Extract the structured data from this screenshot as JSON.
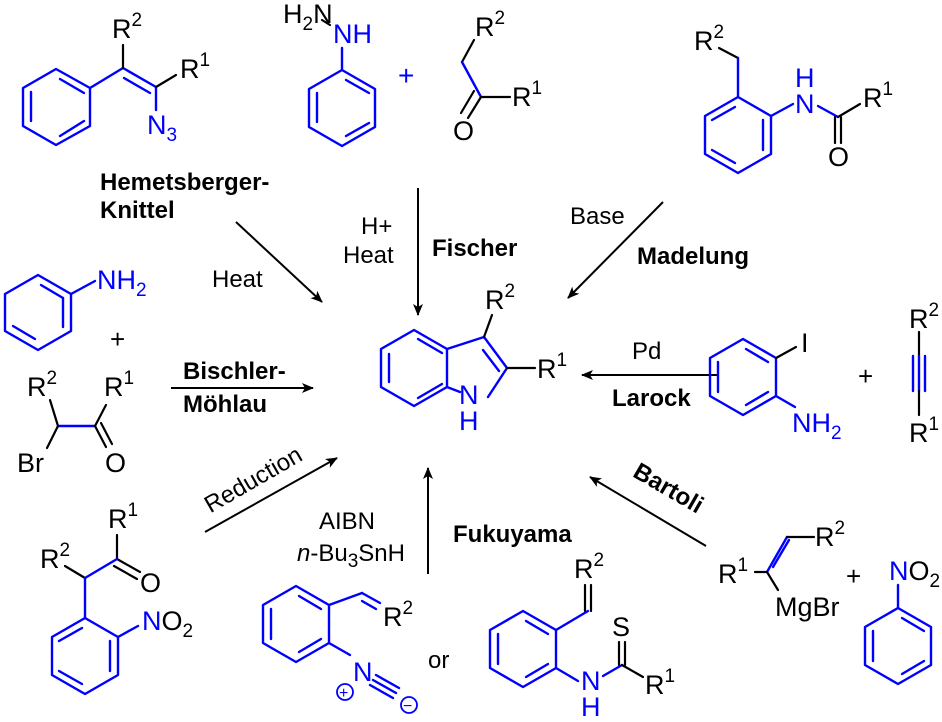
{
  "title": "Named indole syntheses",
  "colors": {
    "highlight": "#0000ff",
    "text": "#000000",
    "background": "#ffffff"
  },
  "product": {
    "name": "2,3-disubstituted indole",
    "labels": {
      "r1": "R",
      "r1_sup": "1",
      "r2": "R",
      "r2_sup": "2",
      "n": "N",
      "h": "H"
    }
  },
  "reactions": {
    "hemetsberger": {
      "name_line1": "Hemetsberger-",
      "name_line2": "Knittel",
      "conditions": "Heat",
      "reactant": {
        "r1": "R",
        "r1_sup": "1",
        "r2": "R",
        "r2_sup": "2",
        "azide": "N",
        "azide_sub": "3"
      }
    },
    "fischer": {
      "name": "Fischer",
      "conditions_line1": "H+",
      "conditions_line2": "Heat",
      "plus": "+",
      "hydrazine": {
        "h2n": "H",
        "h2n_sub": "2",
        "n": "N",
        "nh": "NH"
      },
      "ketone": {
        "r1": "R",
        "r1_sup": "1",
        "r2": "R",
        "r2_sup": "2",
        "o": "O"
      }
    },
    "madelung": {
      "name": "Madelung",
      "conditions": "Base",
      "reactant": {
        "r1": "R",
        "r1_sup": "1",
        "r2": "R",
        "r2_sup": "2",
        "n": "N",
        "h": "H",
        "o": "O"
      }
    },
    "bischler": {
      "name_line1": "Bischler-",
      "name_line2": "Möhlau",
      "plus": "+",
      "aniline": {
        "nh": "NH",
        "nh_sub": "2"
      },
      "bromoketone": {
        "r1": "R",
        "r1_sup": "1",
        "r2": "R",
        "r2_sup": "2",
        "br": "Br",
        "o": "O"
      }
    },
    "larock": {
      "name": "Larock",
      "conditions": "Pd",
      "plus": "+",
      "iodoaniline": {
        "i": "I",
        "nh": "NH",
        "nh_sub": "2"
      },
      "alkyne": {
        "r1": "R",
        "r1_sup": "1",
        "r2": "R",
        "r2_sup": "2"
      }
    },
    "reduction": {
      "conditions": "Reduction",
      "reactant": {
        "r1": "R",
        "r1_sup": "1",
        "r2": "R",
        "r2_sup": "2",
        "o": "O",
        "no": "NO",
        "no_sub": "2"
      }
    },
    "fukuyama": {
      "name": "Fukuyama",
      "conditions_line1": "AIBN",
      "conditions_line2_prefix": "n",
      "conditions_line2_a": "-Bu",
      "conditions_line2_sub": "3",
      "conditions_line2_b": "SnH",
      "or": "or",
      "isonitrile": {
        "r2": "R",
        "r2_sup": "2",
        "n": "N",
        "plus_charge": "+",
        "minus_charge": "−"
      },
      "thioamide": {
        "r1": "R",
        "r1_sup": "1",
        "r2": "R",
        "r2_sup": "2",
        "s": "S",
        "n": "N",
        "h": "H"
      }
    },
    "bartoli": {
      "name": "Bartoli",
      "plus": "+",
      "grignard": {
        "r1": "R",
        "r1_sup": "1",
        "r2": "R",
        "r2_sup": "2",
        "mgbr": "MgBr"
      },
      "nitrobenzene": {
        "n": "N",
        "o": "O",
        "o_sub": "2"
      }
    }
  }
}
